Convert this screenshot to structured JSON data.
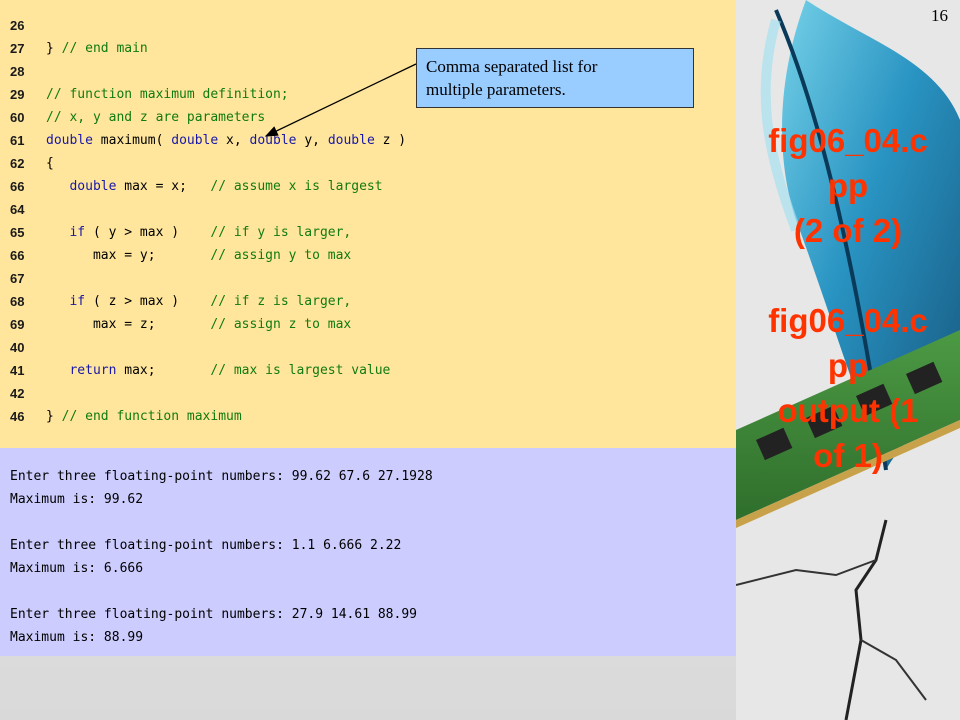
{
  "slide_number": "16",
  "callout": {
    "line1": "Comma separated list for",
    "line2": "multiple parameters."
  },
  "side_title": {
    "block1": [
      "fig06_04.c",
      "pp",
      "(2 of 2)"
    ],
    "block2": [
      "fig06_04.c",
      "pp",
      "output (1",
      "of 1)"
    ]
  },
  "code_lines": [
    {
      "num": "26",
      "parts": []
    },
    {
      "num": "27",
      "parts": [
        [
          "tx",
          "} "
        ],
        [
          "cm",
          "// end main"
        ]
      ]
    },
    {
      "num": "28",
      "parts": []
    },
    {
      "num": "29",
      "parts": [
        [
          "cm",
          "// function maximum definition;"
        ]
      ]
    },
    {
      "num": "60",
      "parts": [
        [
          "cm",
          "// x, y and z are parameters"
        ]
      ]
    },
    {
      "num": "61",
      "parts": [
        [
          "kw",
          "double"
        ],
        [
          "tx",
          " maximum( "
        ],
        [
          "kw",
          "double"
        ],
        [
          "tx",
          " x, "
        ],
        [
          "kw",
          "double"
        ],
        [
          "tx",
          " y, "
        ],
        [
          "kw",
          "double"
        ],
        [
          "tx",
          " z )"
        ]
      ]
    },
    {
      "num": "62",
      "parts": [
        [
          "tx",
          "{"
        ]
      ]
    },
    {
      "num": "66",
      "parts": [
        [
          "tx",
          "   "
        ],
        [
          "kw",
          "double"
        ],
        [
          "tx",
          " max = x;   "
        ],
        [
          "cm",
          "// assume x is largest"
        ]
      ]
    },
    {
      "num": "64",
      "parts": []
    },
    {
      "num": "65",
      "parts": [
        [
          "tx",
          "   "
        ],
        [
          "kw",
          "if"
        ],
        [
          "tx",
          " ( y > max )    "
        ],
        [
          "cm",
          "// if y is larger,"
        ]
      ]
    },
    {
      "num": "66",
      "parts": [
        [
          "tx",
          "      max = y;       "
        ],
        [
          "cm",
          "// assign y to max"
        ]
      ]
    },
    {
      "num": "67",
      "parts": []
    },
    {
      "num": "68",
      "parts": [
        [
          "tx",
          "   "
        ],
        [
          "kw",
          "if"
        ],
        [
          "tx",
          " ( z > max )    "
        ],
        [
          "cm",
          "// if z is larger,"
        ]
      ]
    },
    {
      "num": "69",
      "parts": [
        [
          "tx",
          "      max = z;       "
        ],
        [
          "cm",
          "// assign z to max"
        ]
      ]
    },
    {
      "num": "40",
      "parts": []
    },
    {
      "num": "41",
      "parts": [
        [
          "tx",
          "   "
        ],
        [
          "kw",
          "return"
        ],
        [
          "tx",
          " max;       "
        ],
        [
          "cm",
          "// max is largest value"
        ]
      ]
    },
    {
      "num": "42",
      "parts": []
    },
    {
      "num": "46",
      "parts": [
        [
          "tx",
          "} "
        ],
        [
          "cm",
          "// end function maximum"
        ]
      ]
    }
  ],
  "output_lines": [
    "Enter three floating-point numbers: 99.62 67.6 27.1928",
    "Maximum is: 99.62",
    "",
    "Enter three floating-point numbers: 1.1 6.666 2.22",
    "Maximum is: 6.666",
    "",
    "Enter three floating-point numbers: 27.9 14.61 88.99",
    "Maximum is: 88.99"
  ]
}
